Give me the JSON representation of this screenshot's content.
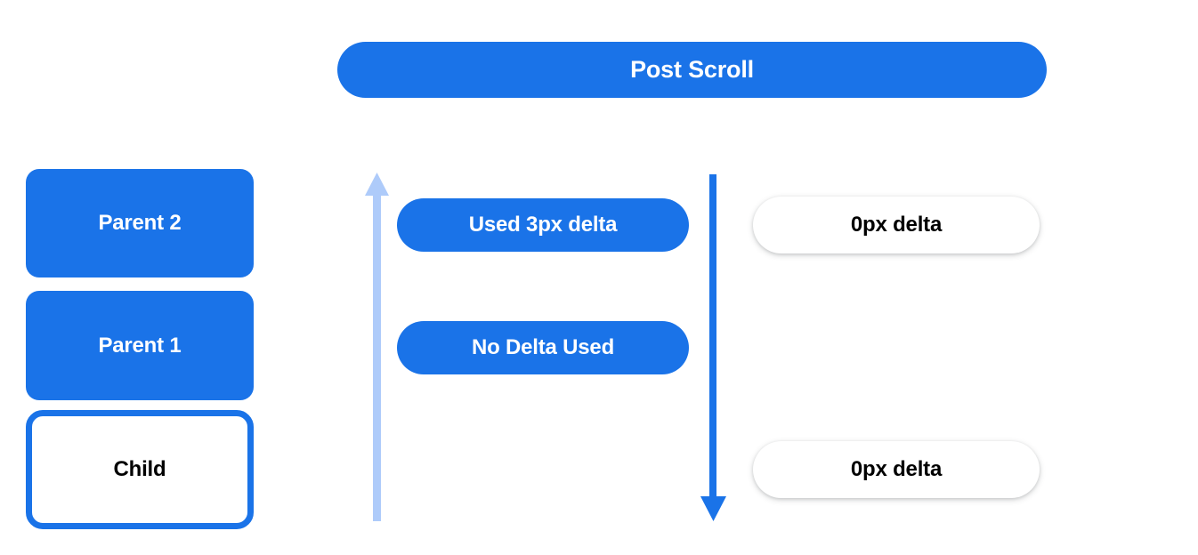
{
  "banner": {
    "label": "Post Scroll"
  },
  "colors": {
    "accent_blue": "#1a73e8",
    "light_blue": "#aecbfa",
    "surface_white": "#ffffff",
    "text_black": "#000000"
  },
  "stack": {
    "boxes": [
      {
        "label": "Parent 2",
        "style": "filled"
      },
      {
        "label": "Parent 1",
        "style": "filled"
      },
      {
        "label": "Child",
        "style": "outlined"
      }
    ]
  },
  "arrows": [
    {
      "name": "scroll-up-arrow",
      "direction": "up",
      "color": "#aecbfa"
    },
    {
      "name": "scroll-down-arrow",
      "direction": "down",
      "color": "#1a73e8"
    }
  ],
  "middle_pills": [
    {
      "label": "Used 3px delta"
    },
    {
      "label": "No Delta Used"
    }
  ],
  "right_pills": [
    {
      "label": "0px delta"
    },
    {
      "label": "0px delta"
    }
  ]
}
